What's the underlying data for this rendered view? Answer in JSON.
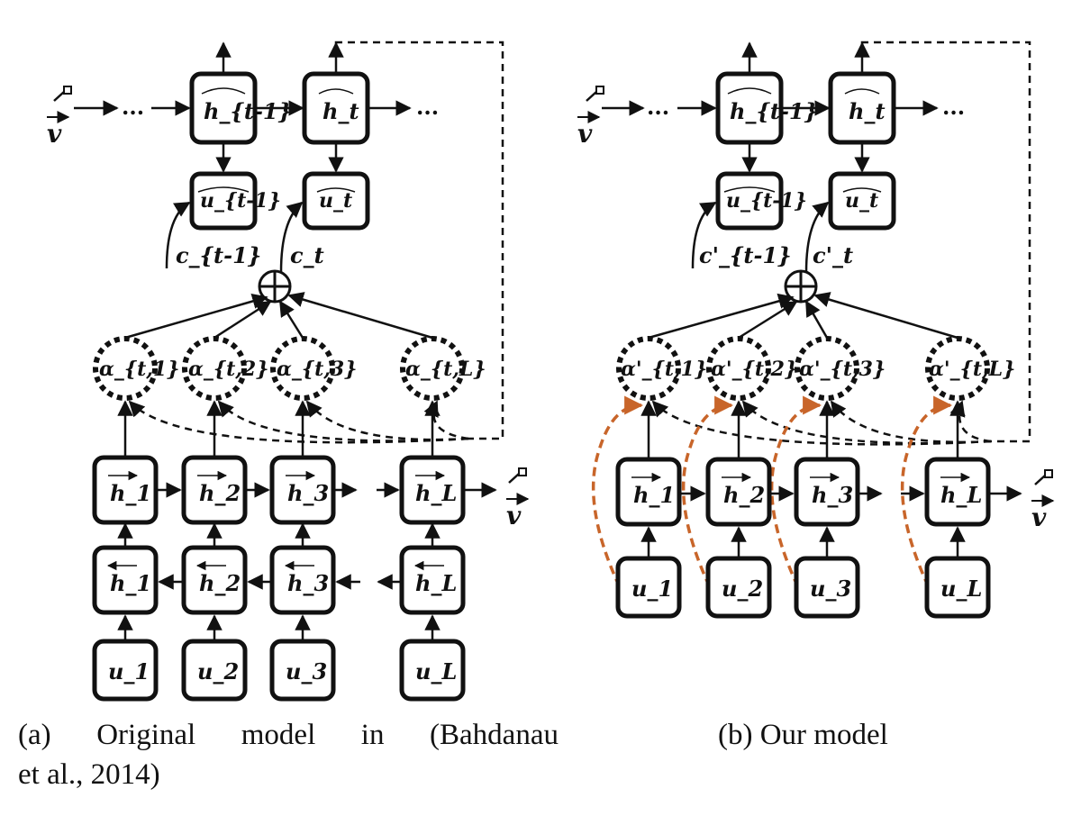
{
  "colors": {
    "ink": "#111111",
    "dashed_attention": "#c8652a"
  },
  "panel_a": {
    "input_symbol": "v",
    "dots": "...",
    "decoder_states": [
      "h_{t-1}",
      "h_t"
    ],
    "decoder_outputs": [
      "u_{t-1}",
      "u_t"
    ],
    "contexts": [
      "c_{t-1}",
      "c_t"
    ],
    "attention_nodes": [
      "α_{t,1}",
      "α_{t,2}",
      "α_{t,3}",
      "α_{t,L}"
    ],
    "forward_states": [
      "h_1",
      "h_2",
      "h_3",
      "h_L"
    ],
    "backward_states": [
      "h_1",
      "h_2",
      "h_3",
      "h_L"
    ],
    "inputs": [
      "u_1",
      "u_2",
      "u_3",
      "u_L"
    ],
    "output_symbol": "v",
    "caption_words": [
      "(a)",
      "Original",
      "model",
      "in",
      "(Bahdanau"
    ],
    "caption_line2": "et al., 2014)"
  },
  "panel_b": {
    "input_symbol": "v",
    "dots": "...",
    "decoder_states": [
      "h_{t-1}",
      "h_t"
    ],
    "decoder_outputs": [
      "u_{t-1}",
      "u_t"
    ],
    "contexts": [
      "c'_{t-1}",
      "c'_t"
    ],
    "attention_nodes": [
      "α'_{t,1}",
      "α'_{t,2}",
      "α'_{t,3}",
      "α'_{t,L}"
    ],
    "forward_states": [
      "h_1",
      "h_2",
      "h_3",
      "h_L"
    ],
    "inputs": [
      "u_1",
      "u_2",
      "u_3",
      "u_L"
    ],
    "output_symbol": "v",
    "caption": "(b) Our model"
  }
}
